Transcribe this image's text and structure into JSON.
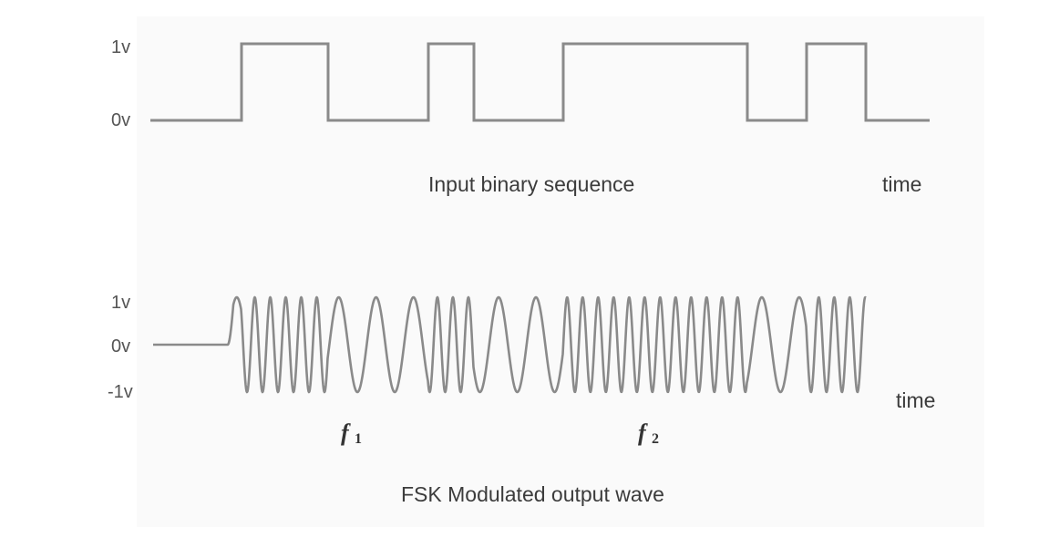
{
  "top_plot": {
    "level_high_label": "1v",
    "level_low_label": "0v",
    "bits": [
      0,
      1,
      0,
      1,
      0,
      1,
      1,
      0,
      1,
      0
    ],
    "caption": "Input binary sequence",
    "time_label": "time"
  },
  "bottom_plot": {
    "level_high_label": "1v",
    "level_zero_label": "0v",
    "level_low_label": "-1v",
    "freq_1_symbol": "f",
    "freq_1_subscript": "1",
    "freq_2_symbol": "f",
    "freq_2_subscript": "2",
    "caption": "FSK Modulated output wave",
    "time_label": "time"
  },
  "colors": {
    "waveform": "#8a8a8a",
    "text": "#555555"
  }
}
